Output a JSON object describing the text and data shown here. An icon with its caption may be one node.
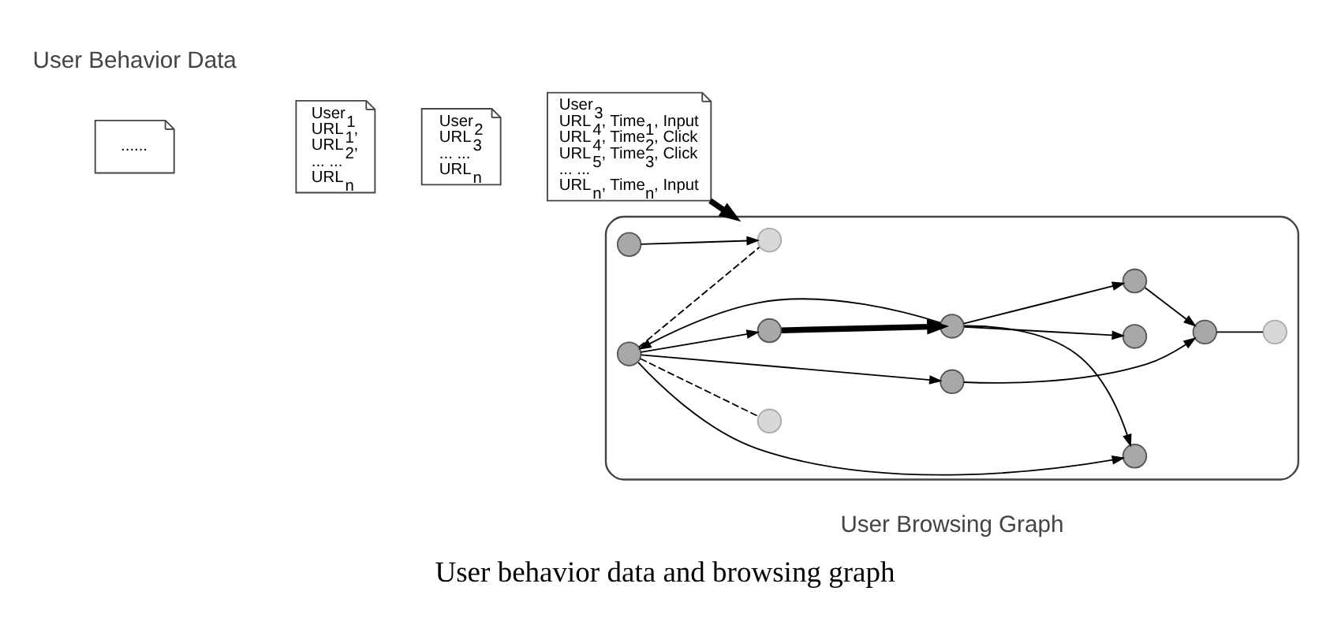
{
  "diagram": {
    "caption": "User behavior data and browsing graph",
    "nodes": [
      {
        "text": [
          "......"
        ]
      },
      {
        "text": [
          "User$_{1}$",
          "URL$_{1}$,",
          "URL$_{2}$,",
          "... ...",
          "URL$_{n}$"
        ]
      },
      {
        "text": [
          "User$_{2}$",
          "URL$_{3}$",
          "... ...",
          "URL$_{n}$"
        ]
      },
      {
        "text": [
          "User$_{3}$",
          "URL$_{4}$, Time$_{1}$, Input",
          "URL$_{4}$, Time$_{2}$, Click",
          "URL$_{5}$, Time$_{3}$, Click",
          "... ...",
          "URL$_{n}$, Time$_{n}$, Input"
        ]
      },
      {
        "text": [],
        "shape": "cloud"
      },
      {
        "text": [],
        "shape": "circle",
        "in": 4
      },
      {
        "text": [],
        "shape": "circle",
        "in": 4
      },
      {
        "text": [],
        "shape": "circle",
        "in": 4
      },
      {
        "text": [],
        "shape": "circle",
        "in": 4
      },
      {
        "text": [],
        "shape": "circle",
        "in": 4
      },
      {
        "text": [],
        "shape": "circle",
        "in": 4
      },
      {
        "text": [],
        "shape": "circle",
        "in": 4
      },
      {
        "text": [],
        "shape": "circle",
        "in": 4
      },
      {
        "text": [],
        "shape": "circle",
        "in": 4
      },
      {
        "text": [],
        "shape": "circle",
        "in": 4
      },
      {
        "text": [],
        "shape": "circle",
        "in": 4
      },
      {
        "text": [],
        "shape": "circle",
        "in": 4
      }
    ],
    "edges": [
      {
        "from": 3,
        "to": 4,
        "arrow": "to",
        "style": "thick"
      },
      {
        "from": 9,
        "to": 5,
        "arrow": "to"
      },
      {
        "from": 10,
        "to": 5,
        "arrow": "to"
      },
      {
        "from": 10,
        "to": 9,
        "arrow": "to"
      },
      {
        "from": 10,
        "to": 8,
        "arrow": "to"
      },
      {
        "from": 10,
        "to": 12,
        "arrow": "to"
      },
      {
        "from": 16,
        "to": 10,
        "arrow": "to",
        "style": "thick"
      },
      {
        "from": 9,
        "to": 16,
        "arrow": "to"
      },
      {
        "from": 9,
        "to": 15,
        "arrow": "to"
      },
      {
        "from": 12,
        "to": 14,
        "arrow": "to"
      },
      {
        "from": 15,
        "to": 14,
        "arrow": "to"
      },
      {
        "from": 13,
        "to": 11,
        "arrow": "to"
      },
      {
        "from": 14,
        "to": 7,
        "arrow": "none"
      },
      {
        "from": 9,
        "to": 6,
        "arrow": "none",
        "style": "dashed"
      },
      {
        "from": 9,
        "to": 11,
        "arrow": "none",
        "style": "dashed"
      }
    ],
    "labels": [
      "User Behavior Data",
      "User Browsing Graph"
    ]
  }
}
